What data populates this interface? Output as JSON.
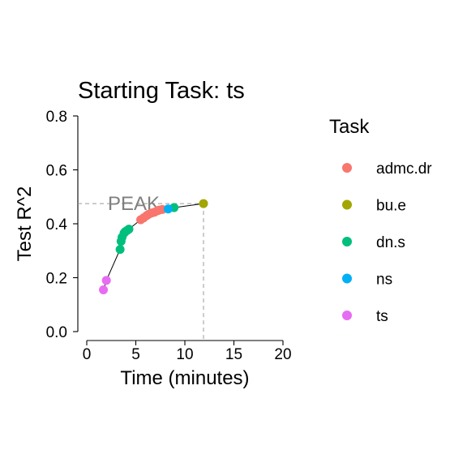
{
  "chart_data": {
    "type": "scatter",
    "title": "Starting Task:  ts",
    "xlabel": "Time (minutes)",
    "ylabel": "Test R^2",
    "xlim": [
      0,
      20
    ],
    "ylim": [
      0,
      0.8
    ],
    "x_ticks": [
      "0",
      "5",
      "10",
      "15",
      "20"
    ],
    "y_ticks": [
      "0.0",
      "0.2",
      "0.4",
      "0.6",
      "0.8"
    ],
    "grid": false,
    "legend": {
      "title": "Task",
      "position": "right"
    },
    "annotation": {
      "text": "PEAK",
      "x": 11.9,
      "y": 0.475
    },
    "series": [
      {
        "name": "admc.dr",
        "color": "#F8766D",
        "x": [
          5.5,
          5.8,
          6.1,
          6.3,
          6.6,
          6.9,
          7.2,
          7.4,
          7.7
        ],
        "y": [
          0.415,
          0.422,
          0.43,
          0.435,
          0.44,
          0.443,
          0.448,
          0.451,
          0.453
        ]
      },
      {
        "name": "bu.e",
        "color": "#A3A500",
        "x": [
          11.9
        ],
        "y": [
          0.475
        ]
      },
      {
        "name": "dn.s",
        "color": "#00BF7D",
        "x": [
          3.4,
          3.5,
          3.6,
          3.8,
          3.9,
          4.1,
          4.3,
          8.9
        ],
        "y": [
          0.305,
          0.335,
          0.35,
          0.365,
          0.37,
          0.375,
          0.38,
          0.46
        ]
      },
      {
        "name": "ns",
        "color": "#00B0F6",
        "x": [
          8.3
        ],
        "y": [
          0.455
        ]
      },
      {
        "name": "ts",
        "color": "#E76BF3",
        "x": [
          1.7,
          2.0
        ],
        "y": [
          0.155,
          0.19
        ]
      }
    ],
    "path": {
      "x": [
        1.7,
        2.0,
        3.4,
        3.5,
        3.6,
        3.8,
        3.9,
        4.1,
        4.3,
        5.5,
        5.8,
        6.1,
        6.3,
        6.6,
        6.9,
        7.2,
        7.4,
        7.7,
        8.3,
        8.9,
        11.9
      ],
      "y": [
        0.155,
        0.19,
        0.305,
        0.335,
        0.35,
        0.365,
        0.37,
        0.375,
        0.38,
        0.415,
        0.422,
        0.43,
        0.435,
        0.44,
        0.443,
        0.448,
        0.451,
        0.453,
        0.455,
        0.46,
        0.475
      ]
    }
  }
}
